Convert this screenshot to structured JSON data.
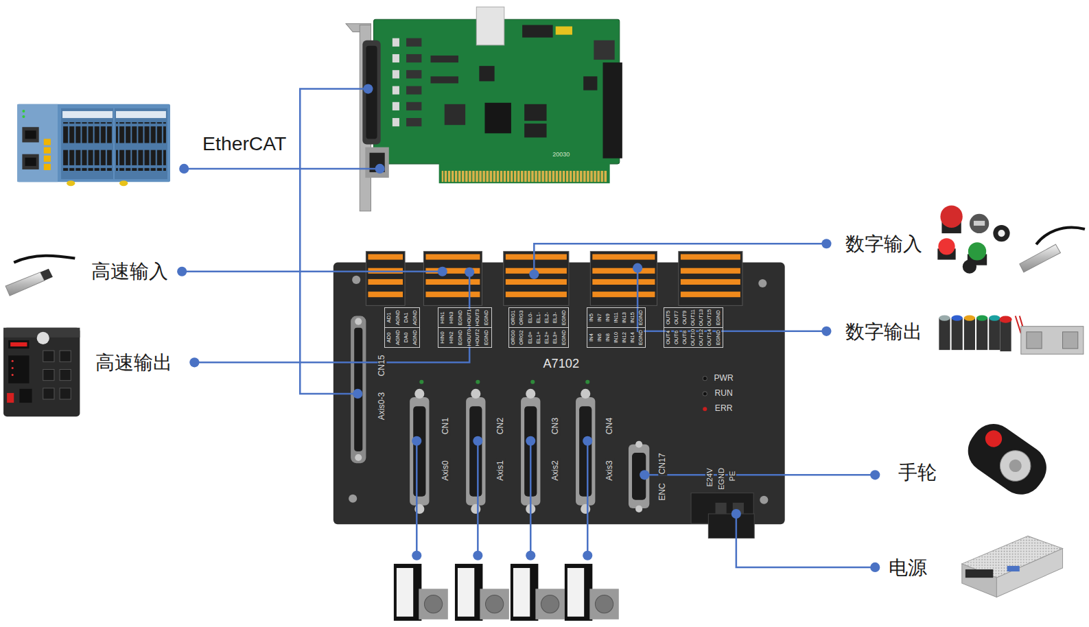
{
  "diagram": {
    "nodes": [
      {
        "text": [
          "A7102"
        ]
      },
      {
        "text": [
          "AD1",
          "AGND",
          "DA1",
          "AGND",
          "AD0",
          "AGND",
          "DA0",
          "AGND"
        ],
        "in": 0
      },
      {
        "text": [
          "HIN1",
          "HIN3",
          "EGND",
          "HOUT1",
          "HOUT3",
          "EGND",
          "HIN0",
          "HIN2",
          "EGND",
          "HOUT0",
          "HOUT2",
          "EGND"
        ],
        "in": 0
      },
      {
        "text": [
          "ORG1",
          "ORG3",
          "EL0-",
          "EL1-",
          "EL2-",
          "EL3-",
          "EGND",
          "ORG0",
          "ORG2",
          "EL0+",
          "EL1+",
          "EL2+",
          "EL3+",
          "EGND"
        ],
        "in": 0
      },
      {
        "text": [
          "IN5",
          "IN7",
          "IN9",
          "IN11",
          "IN13",
          "IN15",
          "EGND",
          "IN4",
          "IN6",
          "IN8",
          "IN10",
          "IN12",
          "IN14",
          "EGND"
        ],
        "in": 0
      },
      {
        "text": [
          "OUT5",
          "OUT7",
          "OUT9",
          "OUT11",
          "OUT13",
          "OUT15",
          "EGND",
          "OUT4",
          "OUT6",
          "OUT8",
          "OUT10",
          "OUT12",
          "OUT14",
          "EGND"
        ],
        "in": 0
      }
    ],
    "labels": [
      "EtherCAT",
      "高速输入",
      "高速输出",
      "数字输入",
      "数字输出",
      "手轮",
      "电源",
      "CN15",
      "Axis0-3",
      "CN1",
      "Axis0",
      "CN2",
      "Axis1",
      "CN3",
      "Axis2",
      "CN4",
      "Axis3",
      "CN17",
      "ENC",
      "E24V",
      "EGND",
      "PE",
      "PWR",
      "RUN",
      "ERR",
      "20030"
    ]
  }
}
